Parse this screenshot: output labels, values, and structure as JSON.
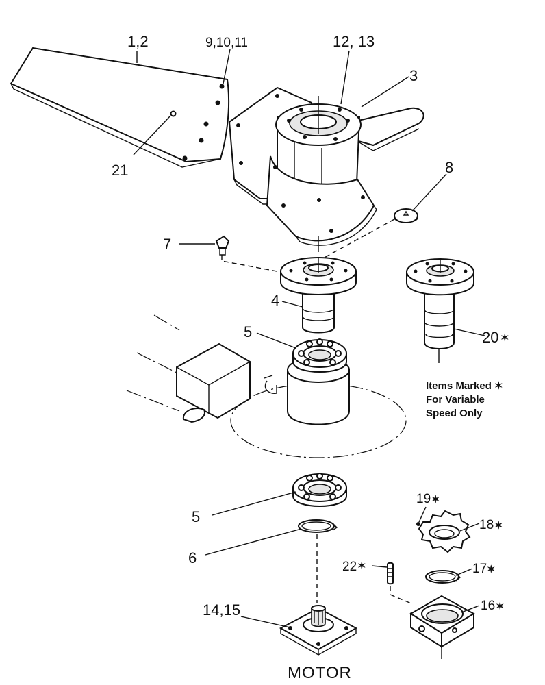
{
  "labels": {
    "blade": "1,2",
    "blade_screws": "9,10,11",
    "hub_screws": "12, 13",
    "hub": "3",
    "blade_hole": "21",
    "plug": "8",
    "screw": "7",
    "shaft": "4",
    "bearing_upper": "5",
    "bearing_lower": "5",
    "circlip": "6",
    "shaft_variable": "20",
    "key_pin": "19",
    "gear": "18",
    "circlip_variable": "17",
    "pin": "22",
    "housing": "16",
    "motor_screws": "14,15"
  },
  "marker": "✶",
  "note": [
    "Items Marked ✶",
    "For Variable",
    "Speed Only"
  ],
  "motor_label": "MOTOR"
}
